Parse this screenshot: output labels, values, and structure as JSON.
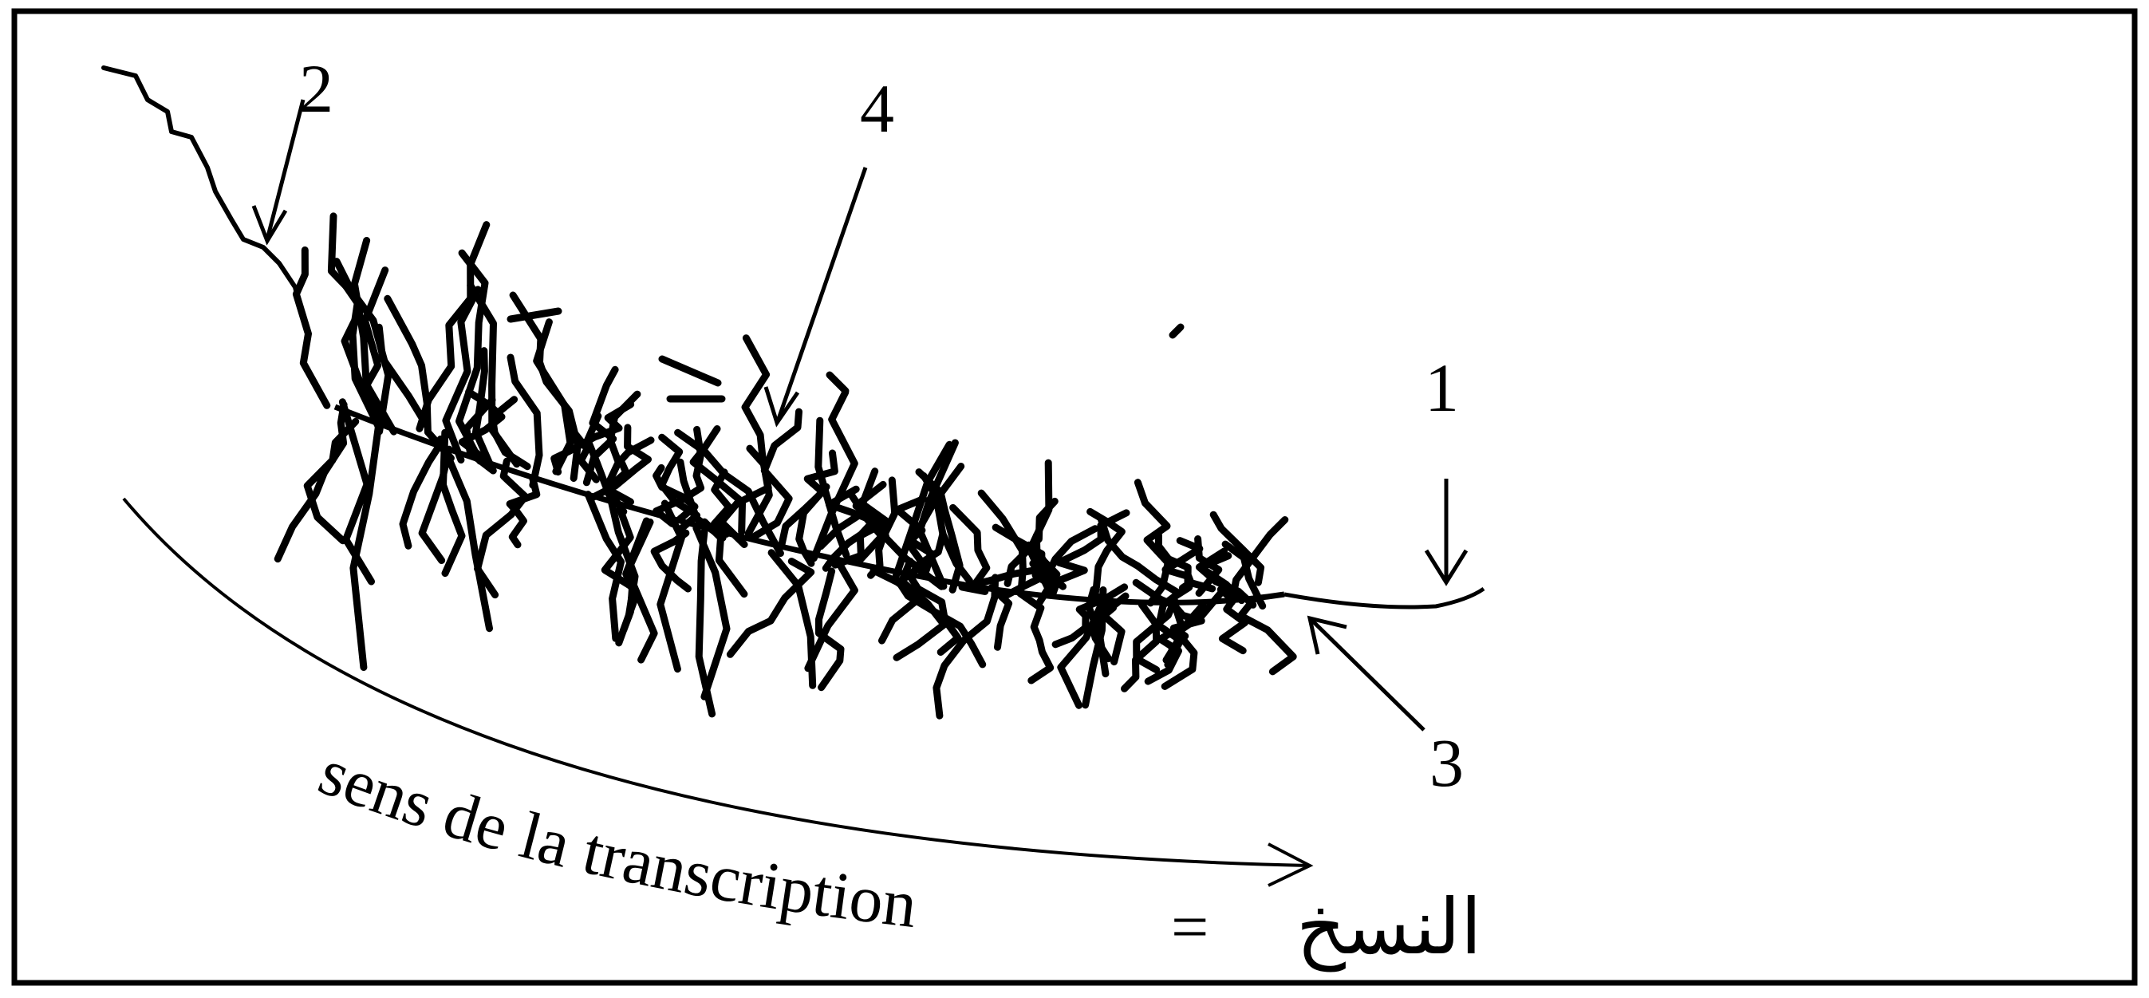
{
  "figure": {
    "labels": {
      "one": "1",
      "two": "2",
      "three": "3",
      "four": "4"
    },
    "caption": {
      "french": "sens de la transcription",
      "equals": "=",
      "arabic": "النسخ"
    },
    "colors": {
      "ink": "#000000",
      "background": "#ffffff"
    }
  }
}
